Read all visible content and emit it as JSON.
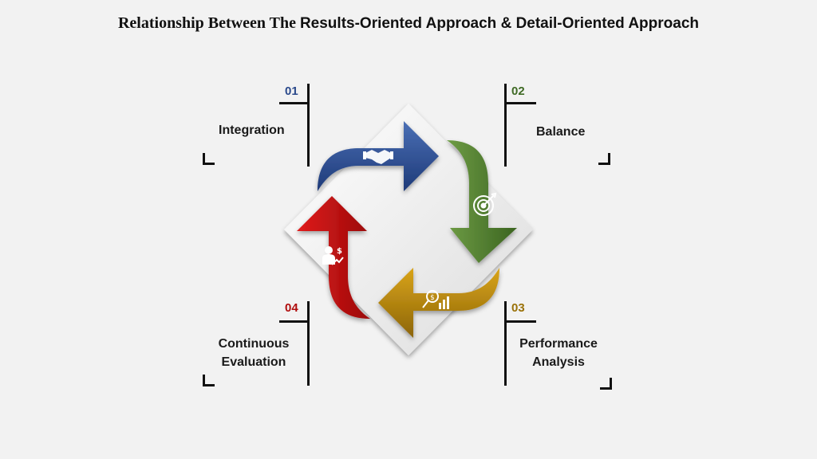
{
  "title": {
    "part1": "Relationship Between The ",
    "part2": "Results-Oriented Approach & Detail-Oriented Approach"
  },
  "steps": [
    {
      "number": "01",
      "label": "Integration",
      "color": "#2b4a8c",
      "icon": "handshake-icon"
    },
    {
      "number": "02",
      "label": "Balance",
      "color": "#3f6a25",
      "icon": "target-icon"
    },
    {
      "number": "03",
      "label_lines": [
        "Performance",
        "Analysis"
      ],
      "color": "#b8860b",
      "icon": "financial-analysis-icon"
    },
    {
      "number": "04",
      "label_lines": [
        "Continuous",
        "Evaluation"
      ],
      "color": "#b00d0d",
      "icon": "businessman-growth-icon"
    }
  ],
  "colors": {
    "background": "#f2f2f2",
    "blue": "#2b4a8c",
    "green": "#4f7f2e",
    "gold": "#b8860b",
    "red": "#c41111"
  }
}
